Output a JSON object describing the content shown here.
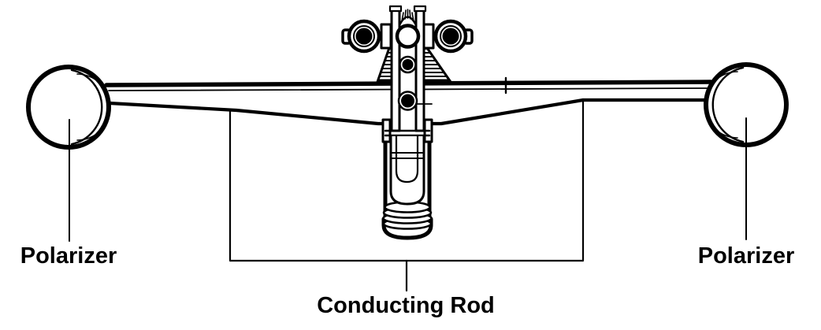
{
  "diagram": {
    "labels": {
      "polarizer_left": "Polarizer",
      "polarizer_right": "Polarizer",
      "conducting_rod": "Conducting Rod"
    },
    "colors": {
      "ink": "#000000",
      "background": "#ffffff"
    },
    "parts": [
      "polarizer-sphere-left",
      "polarizer-sphere-right",
      "conducting-rod",
      "central-pivot-assembly"
    ]
  }
}
